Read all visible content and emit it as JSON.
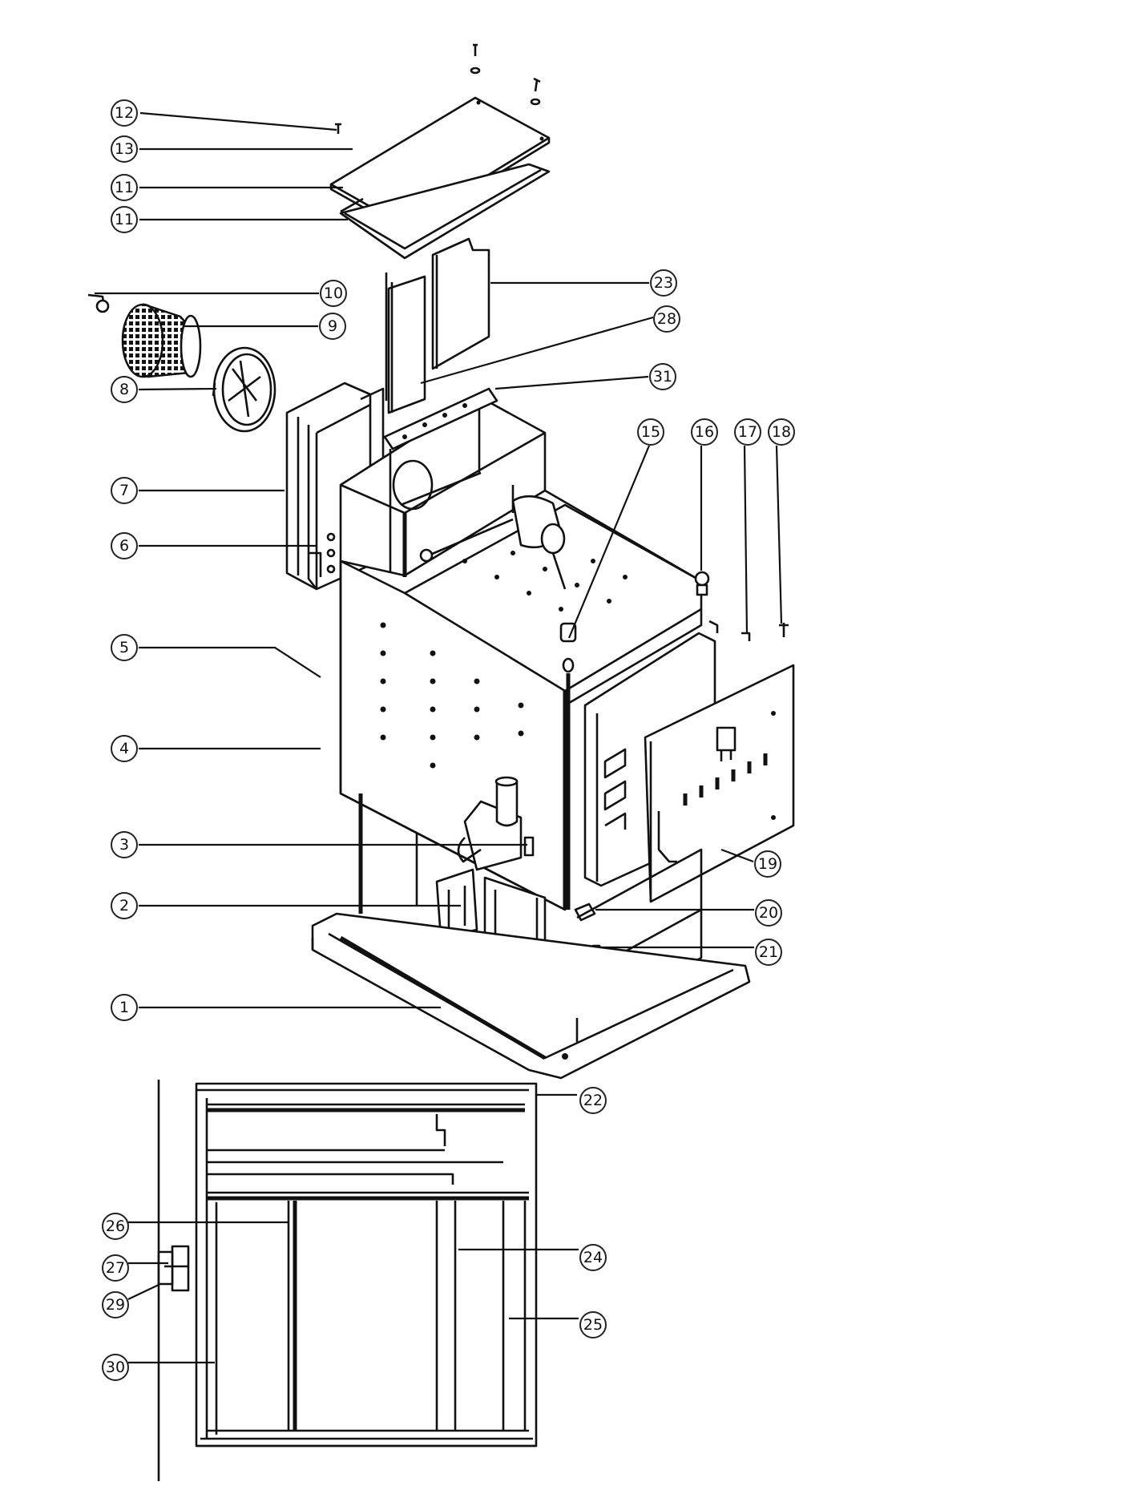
{
  "callouts": [
    {
      "id": "c12",
      "label": "12"
    },
    {
      "id": "c13",
      "label": "13"
    },
    {
      "id": "c11a",
      "label": "11"
    },
    {
      "id": "c11b",
      "label": "11"
    },
    {
      "id": "c10",
      "label": "10"
    },
    {
      "id": "c9",
      "label": "9"
    },
    {
      "id": "c8",
      "label": "8"
    },
    {
      "id": "c7",
      "label": "7"
    },
    {
      "id": "c6",
      "label": "6"
    },
    {
      "id": "c5",
      "label": "5"
    },
    {
      "id": "c4",
      "label": "4"
    },
    {
      "id": "c3",
      "label": "3"
    },
    {
      "id": "c2",
      "label": "2"
    },
    {
      "id": "c1",
      "label": "1"
    },
    {
      "id": "c23",
      "label": "23"
    },
    {
      "id": "c28",
      "label": "28"
    },
    {
      "id": "c31",
      "label": "31"
    },
    {
      "id": "c15",
      "label": "15"
    },
    {
      "id": "c16",
      "label": "16"
    },
    {
      "id": "c17",
      "label": "17"
    },
    {
      "id": "c18",
      "label": "18"
    },
    {
      "id": "c19",
      "label": "19"
    },
    {
      "id": "c20",
      "label": "20"
    },
    {
      "id": "c21",
      "label": "21"
    },
    {
      "id": "c22",
      "label": "22"
    },
    {
      "id": "c24",
      "label": "24"
    },
    {
      "id": "c25",
      "label": "25"
    },
    {
      "id": "c26",
      "label": "26"
    },
    {
      "id": "c27",
      "label": "27"
    },
    {
      "id": "c29",
      "label": "29"
    },
    {
      "id": "c30",
      "label": "30"
    }
  ]
}
